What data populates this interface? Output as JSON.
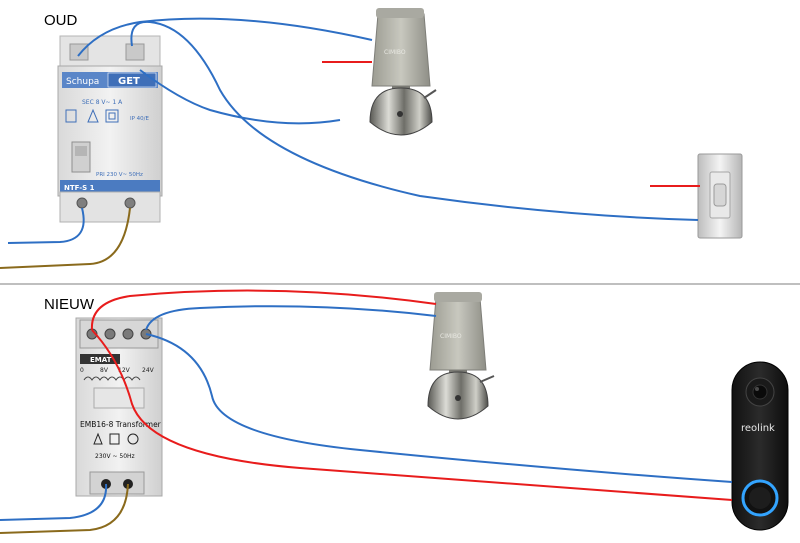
{
  "sections": {
    "old_label": "OUD",
    "new_label": "NIEUW"
  },
  "old_transformer": {
    "brand_left": "Schupa",
    "brand_right": "GET",
    "secondary_rating": "SEC 8 V~  1 A",
    "ip_rating": "IP 40/E",
    "primary_rating": "PRI 230 V~ 50Hz",
    "model": "NTF-S 1"
  },
  "new_transformer": {
    "brand": "EMAT",
    "tap_0": "0",
    "tap_8": "8V",
    "tap_12": "12V",
    "tap_24": "24V",
    "model": "EMB16-8 Transformer",
    "mains": "230V ~ 50Hz"
  },
  "bell_label": "CIMIBO",
  "doorbell_brand": "reolink",
  "colors": {
    "wire_blue": "#2e6fc4",
    "wire_red": "#e81c1c",
    "wire_brown": "#8a6a1c",
    "divider": "#999999",
    "doorbell_ring": "#33a4ff"
  }
}
